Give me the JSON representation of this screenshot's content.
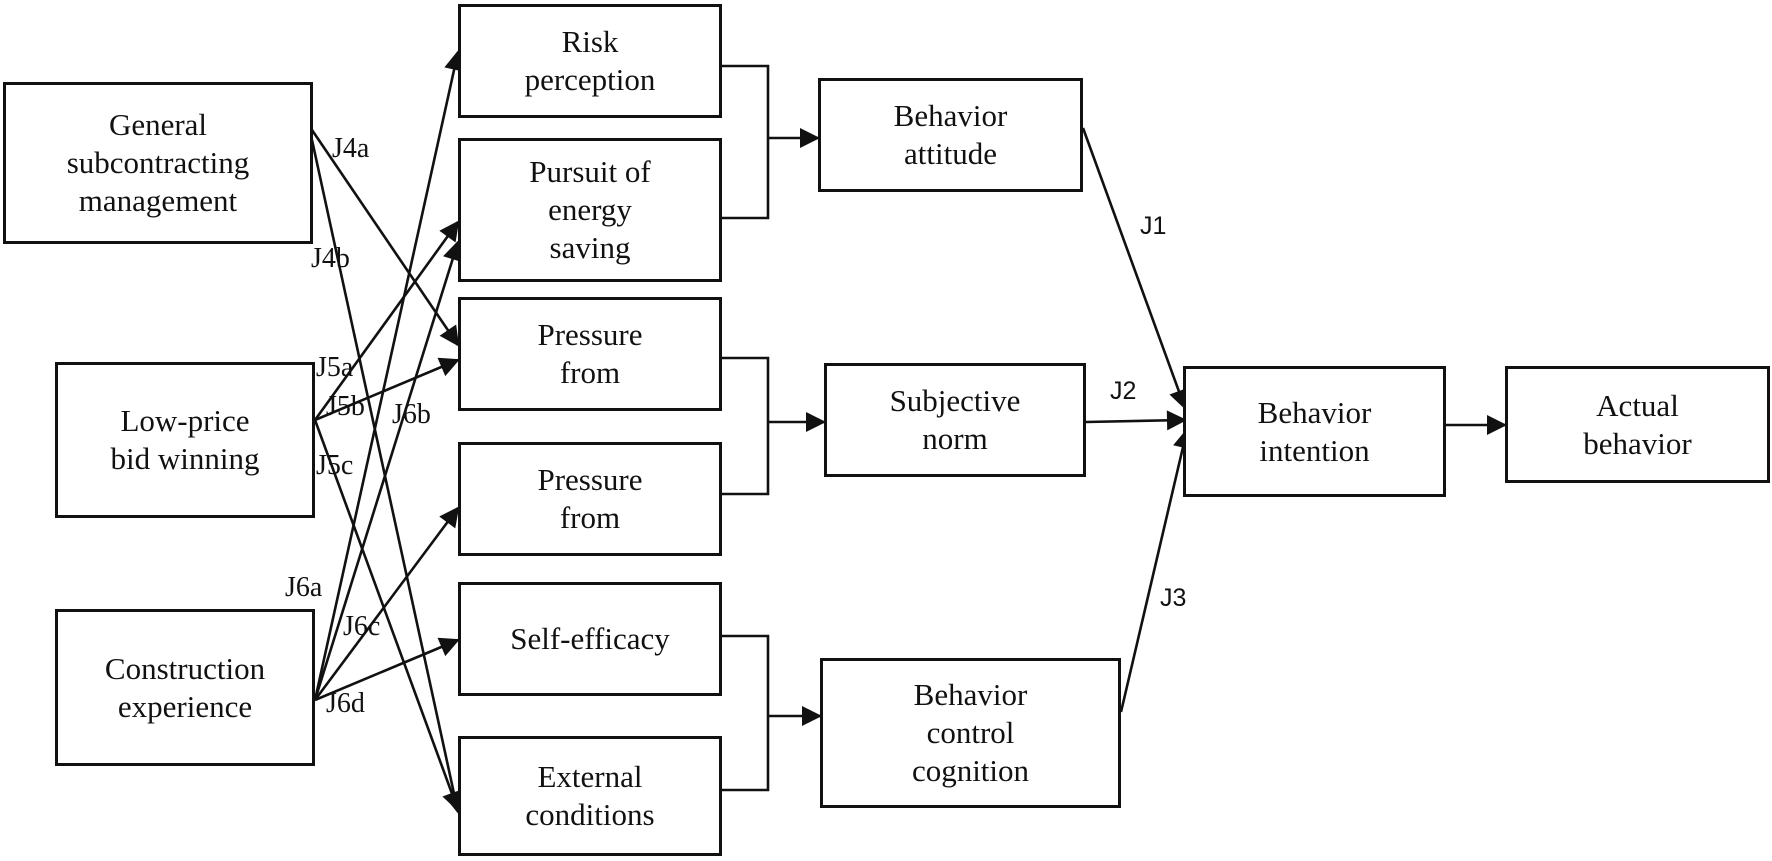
{
  "nodes": {
    "general": "General\nsubcontracting\nmanagement",
    "lowprice": "Low-price\nbid winning",
    "construction": "Construction\nexperience",
    "risk": "Risk\nperception",
    "pursuit": "Pursuit of\nenergy\nsaving",
    "pressure1": "Pressure\nfrom",
    "pressure2": "Pressure\nfrom",
    "selfefficacy": "Self-efficacy",
    "external": "External\nconditions",
    "attitude": "Behavior\nattitude",
    "norm": "Subjective\nnorm",
    "control": "Behavior\ncontrol\ncognition",
    "intention": "Behavior\nintention",
    "actual": "Actual\nbehavior"
  },
  "edge_labels": {
    "j1": "J1",
    "j2": "J2",
    "j3": "J3",
    "j4a": "J4a",
    "j4b": "J4b",
    "j5a": "J5a",
    "j5b": "J5b",
    "j5c": "J5c",
    "j6a": "J6a",
    "j6b": "J6b",
    "j6c": "J6c",
    "j6d": "J6d"
  },
  "colors": {
    "line": "#111111",
    "background": "#ffffff"
  }
}
